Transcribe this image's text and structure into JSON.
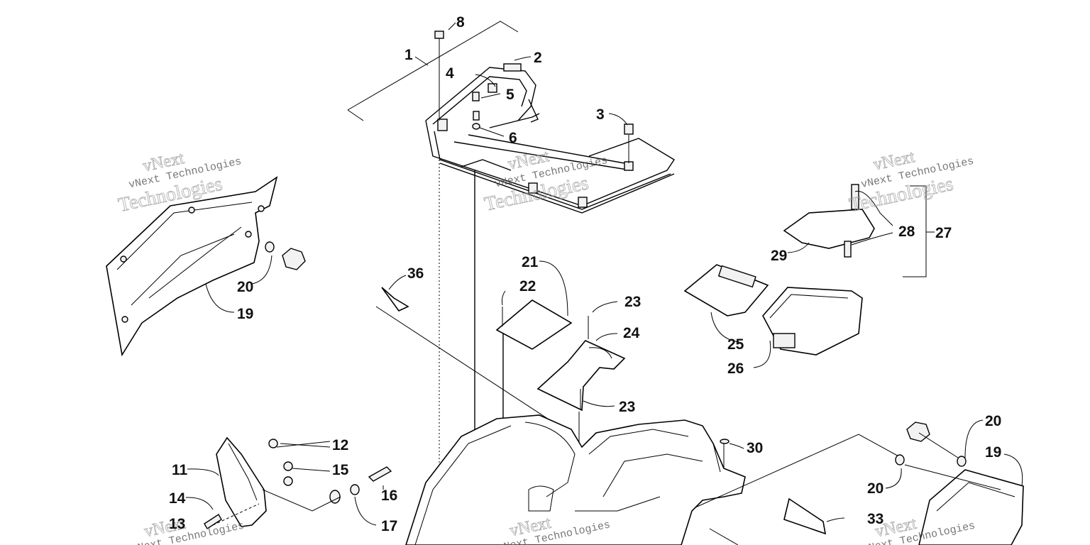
{
  "watermark": {
    "line1": "vNext",
    "line2": "vNext Technologies",
    "line3": "Technologies"
  },
  "labels": {
    "p1": "1",
    "p2": "2",
    "p3": "3",
    "p4": "4",
    "p5": "5",
    "p6": "6",
    "p8": "8",
    "p11": "11",
    "p12": "12",
    "p13": "13",
    "p14": "14",
    "p15": "15",
    "p16": "16",
    "p17": "17",
    "p19a": "19",
    "p19b": "19",
    "p20a": "20",
    "p20b": "20",
    "p20c": "20",
    "p21": "21",
    "p22": "22",
    "p23a": "23",
    "p23b": "23",
    "p24": "24",
    "p25": "25",
    "p26": "26",
    "p27": "27",
    "p28": "28",
    "p29": "29",
    "p30": "30",
    "p33": "33",
    "p36": "36"
  }
}
